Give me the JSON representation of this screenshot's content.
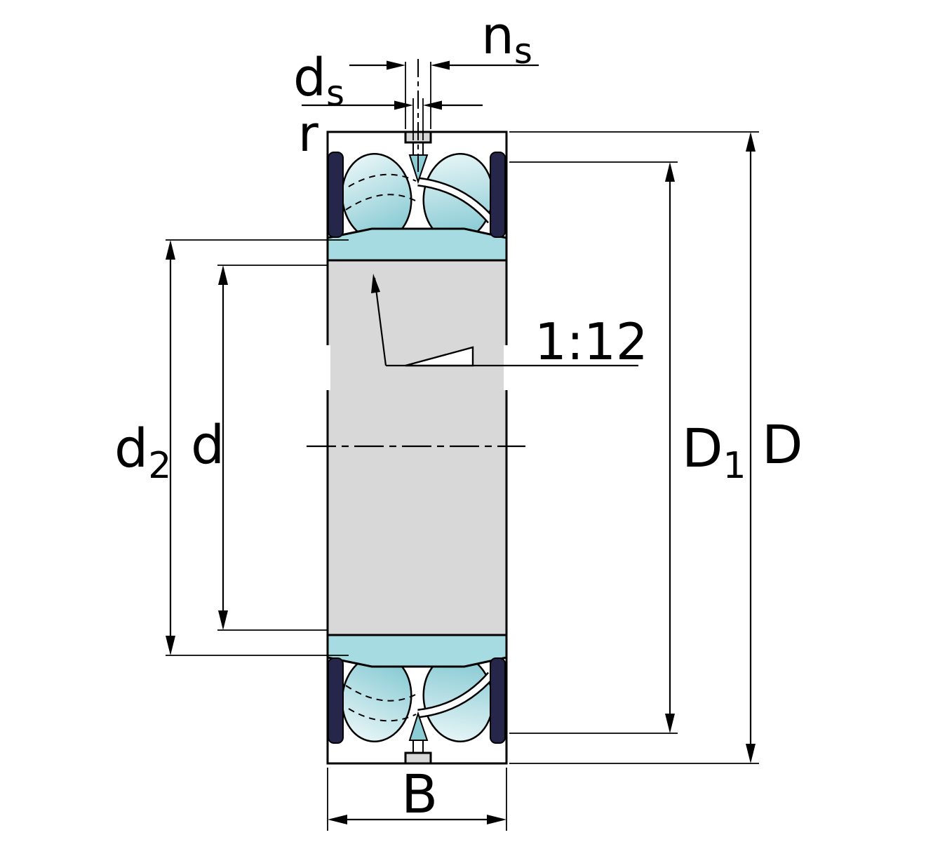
{
  "labels": {
    "ns_main": "n",
    "ns_sub": "s",
    "ds_main": "d",
    "ds_sub": "s",
    "r": "r",
    "d2_main": "d",
    "d2_sub": "2",
    "d": "d",
    "taper": "1:12",
    "D1_main": "D",
    "D1_sub": "1",
    "D": "D",
    "B": "B"
  },
  "colors": {
    "background": "#ffffff",
    "line": "#000000",
    "shaft": "#d8d8d8",
    "roller": "#8cccd5",
    "roller_light": "#eff9fa",
    "inner_ring": "#a6dbe1",
    "seal": "#26264a"
  }
}
